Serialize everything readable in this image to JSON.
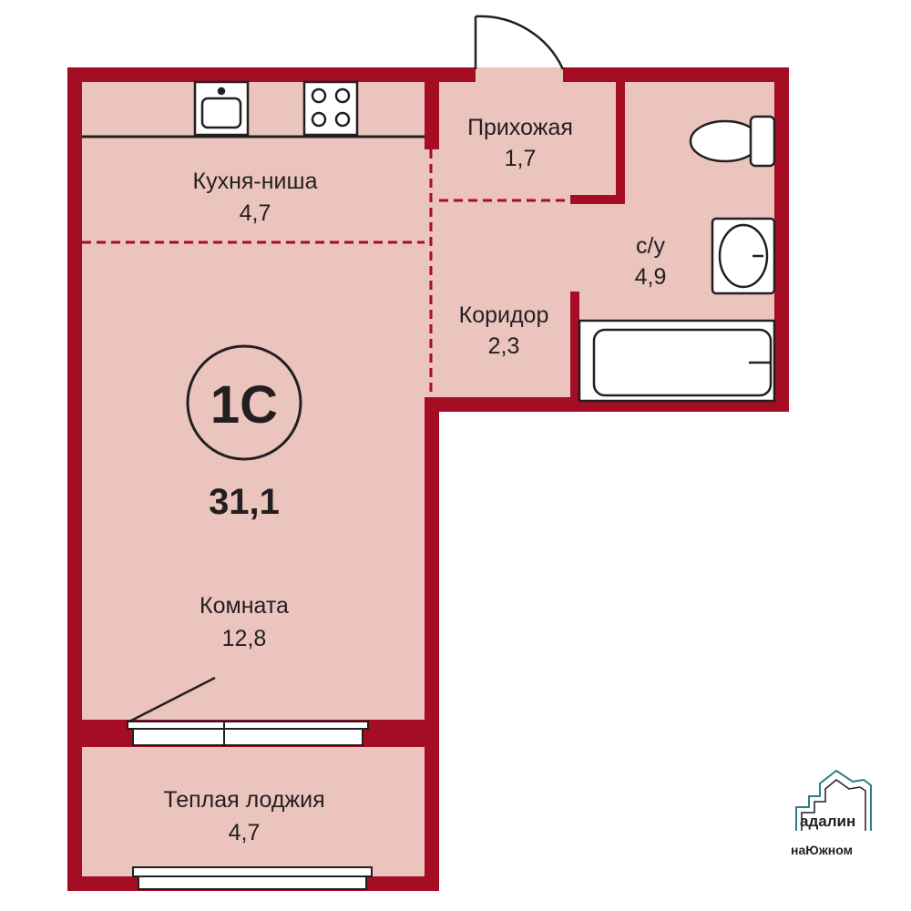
{
  "plan": {
    "type_label": "1С",
    "total_area": "31,1",
    "colors": {
      "wall": "#a50d25",
      "floor": "#ebc4bd",
      "line": "#231f20",
      "white": "#ffffff",
      "logo_teal": "#2f7d86"
    },
    "rooms": {
      "kitchen": {
        "name": "Кухня-ниша",
        "area": "4,7"
      },
      "hallway": {
        "name": "Прихожая",
        "area": "1,7"
      },
      "bathroom": {
        "name": "с/у",
        "area": "4,9"
      },
      "corridor": {
        "name": "Коридор",
        "area": "2,3"
      },
      "room": {
        "name": "Комната",
        "area": "12,8"
      },
      "loggia": {
        "name": "Теплая лоджия",
        "area": "4,7"
      }
    }
  },
  "logo": {
    "main": "адалин",
    "sub": "наЮжном"
  }
}
